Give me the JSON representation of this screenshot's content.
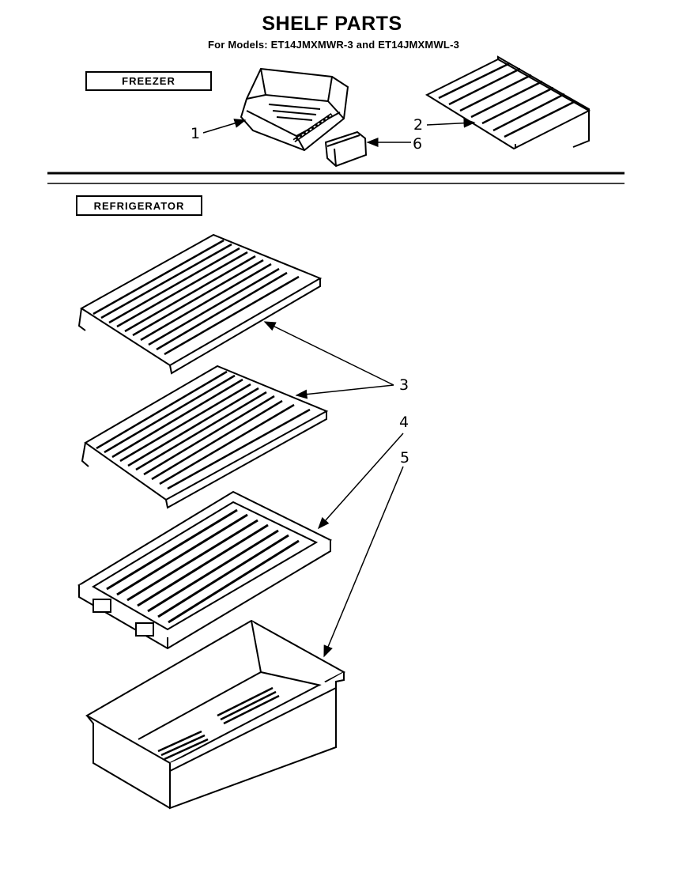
{
  "header": {
    "title": "SHELF PARTS",
    "subtitle": "For Models: ET14JMXMWR-3 and ET14JMXMWL-3"
  },
  "sections": {
    "freezer": "FREEZER",
    "refrigerator": "REFRIGERATOR"
  },
  "callouts": {
    "c1": "1",
    "c2": "2",
    "c3": "3",
    "c4": "4",
    "c5": "5",
    "c6": "6"
  }
}
